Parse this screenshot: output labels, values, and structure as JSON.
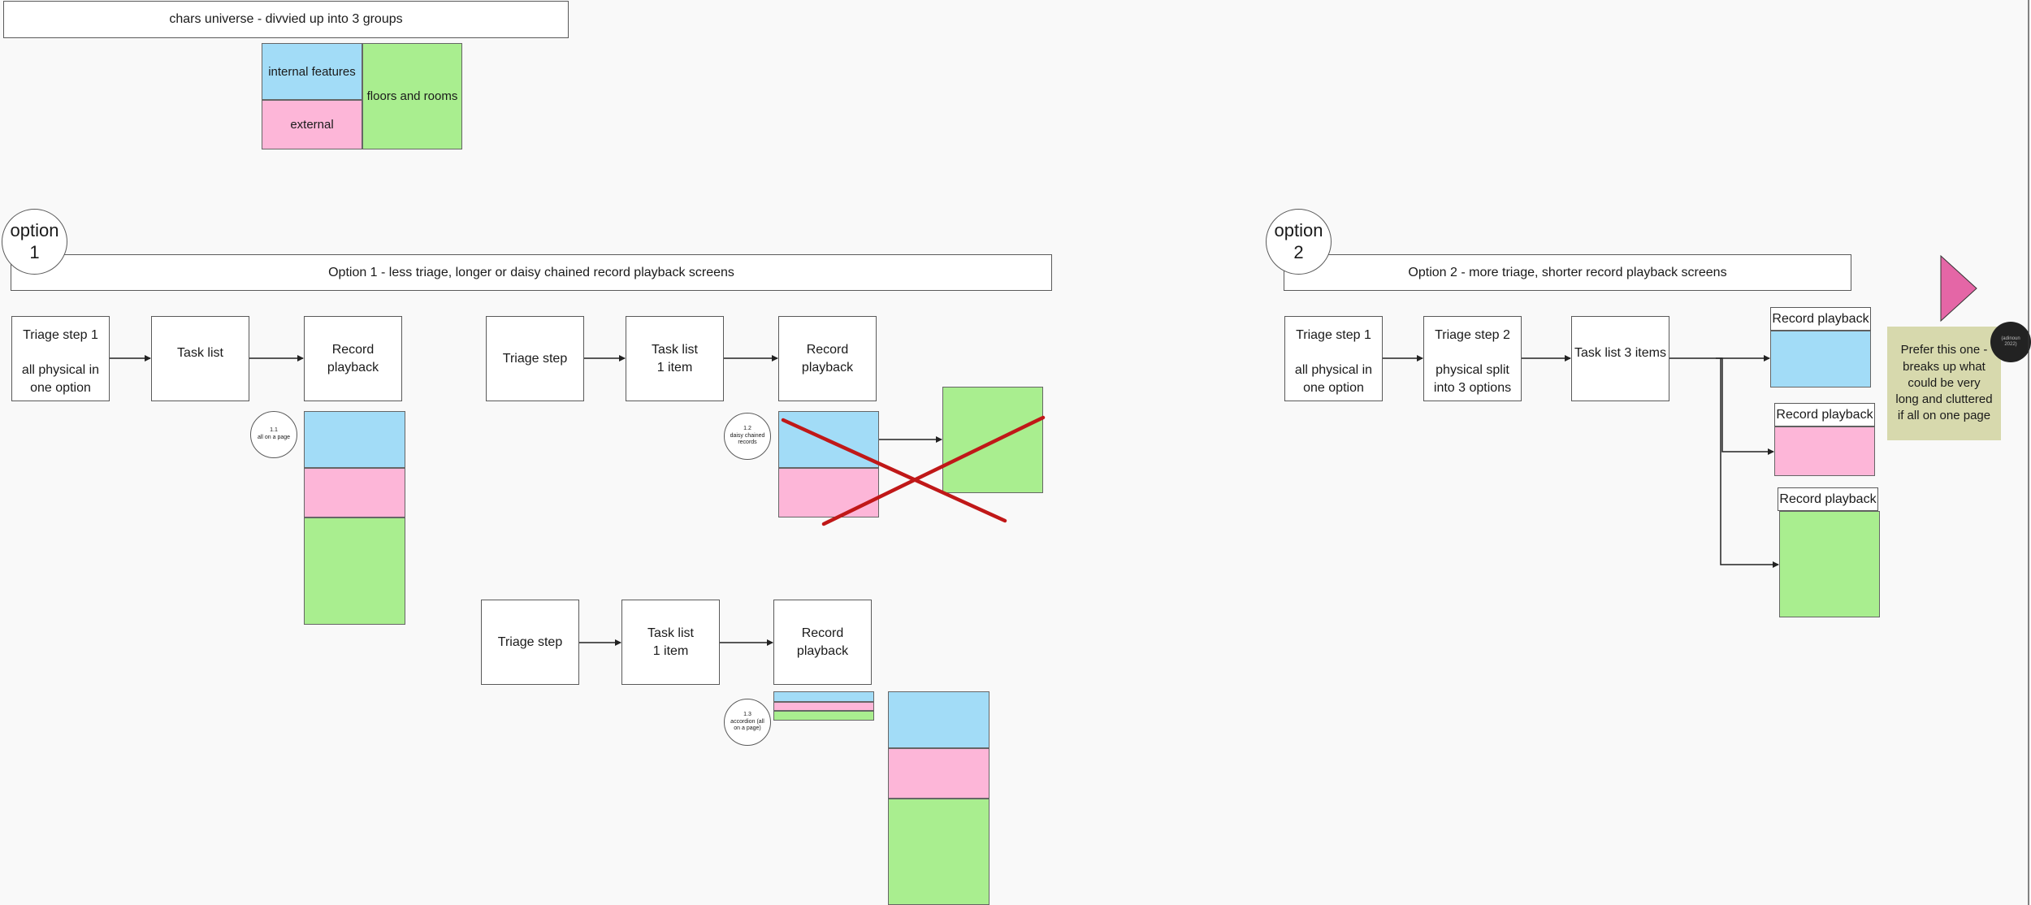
{
  "header": {
    "title": "chars universe - divvied up into 3 groups",
    "groups": {
      "internal": "internal features",
      "external": "external",
      "floors": "floors and rooms"
    }
  },
  "option1": {
    "badge": "option\n1",
    "banner": "Option 1 - less triage, longer or daisy chained record playback screens",
    "flow_a": {
      "triage": "Triage step 1\n\nall physical in\none option",
      "task": "Task list",
      "record": "Record playback",
      "tag": "1.1\nall on a page"
    },
    "flow_b": {
      "triage": "Triage step",
      "task": "Task list\n1 item",
      "record": "Record playback",
      "tag": "1.2\ndaisy chained\nrecords"
    },
    "flow_c": {
      "triage": "Triage step",
      "task": "Task list\n1 item",
      "record": "Record playback",
      "tag": "1.3\naccordion (all\non a page)"
    }
  },
  "option2": {
    "badge": "option\n2",
    "banner": "Option 2 - more triage, shorter record playback screens",
    "triage1": "Triage step 1\n\nall physical in\none option",
    "triage2": "Triage step 2\n\nphysical split\ninto 3 options",
    "task": "Task list 3 items",
    "records": [
      "Record playback",
      "Record playback",
      "Record playback"
    ],
    "note": "Prefer this one - breaks up what could be  very long and cluttered if all on one page",
    "avatar": "(adinoun\n2022)"
  },
  "colors": {
    "internal": "#a2dcf7",
    "external": "#fdb6d8",
    "floors": "#a9ee8f",
    "cross": "#c01818",
    "triangle": "#e466a6",
    "note": "#d7d9ad"
  }
}
